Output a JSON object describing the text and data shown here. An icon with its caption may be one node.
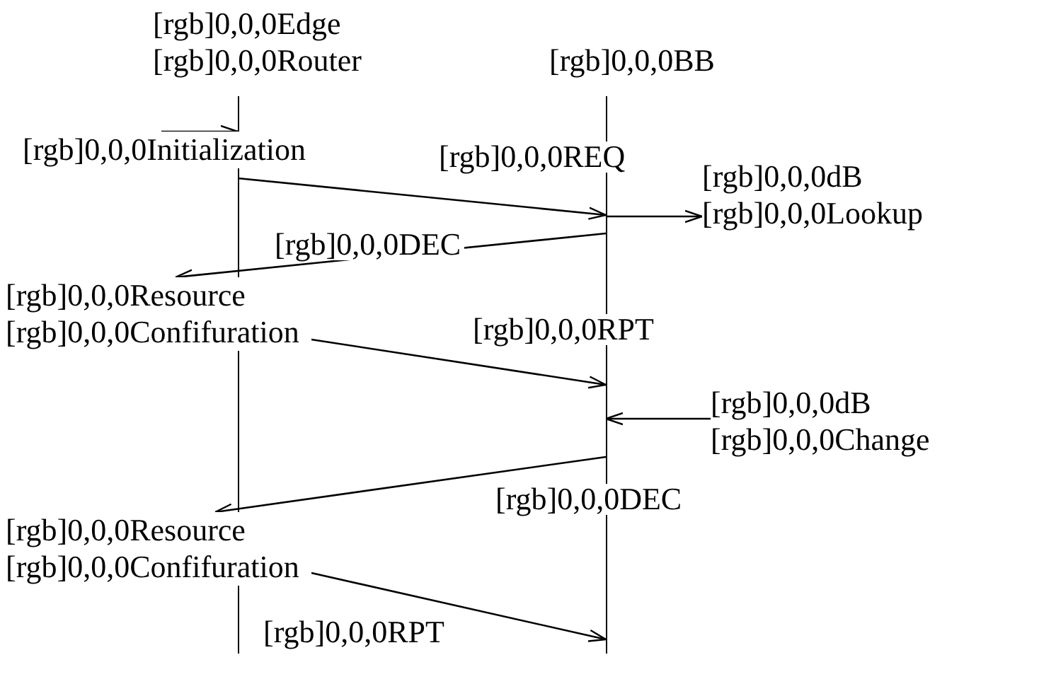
{
  "diagram": {
    "nodes": [
      {
        "text": [
          "[rgb]0,0,0Edge [rgb]0,0,0Router"
        ]
      },
      {
        "text": [
          "[rgb]0,0,0BB"
        ]
      },
      {
        "text": [
          "[rgb]0,0,0Initialization"
        ]
      },
      {
        "text": [
          "[rgb]0,0,0dB [rgb]0,0,0Lookup"
        ]
      },
      {
        "text": [
          "[rgb]0,0,0Resource [rgb]0,0,0Confifuration"
        ]
      },
      {
        "text": [
          "[rgb]0,0,0dB [rgb]0,0,0Change"
        ]
      },
      {
        "text": [
          "[rgb]0,0,0Resource [rgb]0,0,0Confifuration"
        ]
      }
    ],
    "edges": [
      {
        "from": 2,
        "to": 0,
        "arrow": "to"
      },
      {
        "from": 0,
        "to": 1,
        "arrow": "to",
        "label": "[rgb]0,0,0REQ"
      },
      {
        "from": 1,
        "to": 3,
        "arrow": "to"
      },
      {
        "from": 1,
        "to": 4,
        "arrow": "to",
        "label": "[rgb]0,0,0DEC"
      },
      {
        "from": 4,
        "to": 1,
        "arrow": "to",
        "label": "[rgb]0,0,0RPT"
      },
      {
        "from": 5,
        "to": 1,
        "arrow": "to"
      },
      {
        "from": 1,
        "to": 6,
        "arrow": "to",
        "label": "[rgb]0,0,0DEC"
      },
      {
        "from": 6,
        "to": 1,
        "arrow": "to",
        "label": "[rgb]0,0,0RPT"
      }
    ]
  }
}
